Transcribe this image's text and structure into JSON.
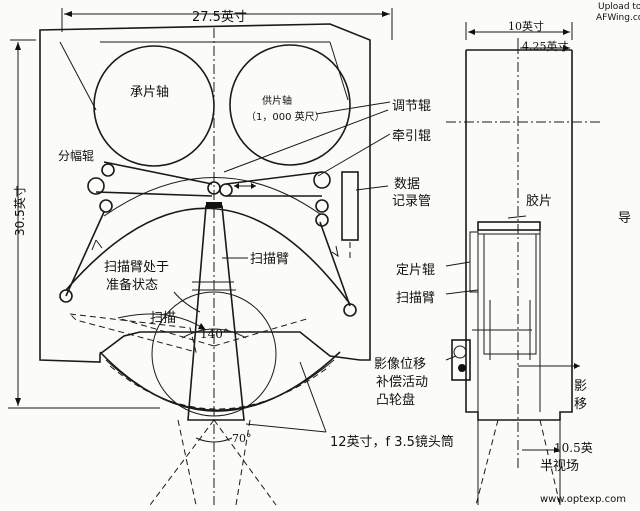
{
  "watermark_top": {
    "line1": "Upload to",
    "line2": "AFWing.com"
  },
  "watermark_bottom": "www.optexp.com",
  "dimensions": {
    "width_front": "27.5英寸",
    "height_front": "30.5英寸",
    "width_side": "10英寸",
    "side_inner": "4.25英寸",
    "lens_bottom": "10.5英"
  },
  "labels": {
    "take_up_spool": "承片轴",
    "supply_spool": "供片轴",
    "supply_spool_capacity": "（1，000 英尺）",
    "adjust_roller": "调节辊",
    "traction_roller": "牵引辊",
    "data_recorder_line1": "数据",
    "data_recorder_line2": "记录管",
    "split_roller": "分幅辊",
    "scan_arm": "扫描臂",
    "scan_ready_line1": "扫描臂处于",
    "scan_ready_line2": "准备状态",
    "scan": "扫描",
    "angle_140": "140°",
    "angle_70": "70°",
    "lens": "12英寸，f 3.5镜头筒",
    "film": "胶片",
    "fix_roller": "定片辊",
    "scan_arm_side": "扫描臂",
    "cam_line1": "影像位移",
    "cam_line2": "补偿活动",
    "cam_line3": "凸轮盘",
    "side_right_1": "影",
    "side_right_2": "移",
    "side_cut": "半视场",
    "side_top_cut": "导"
  },
  "icons": [
    "film-spool-icon",
    "roller-icon",
    "lens-icon"
  ]
}
